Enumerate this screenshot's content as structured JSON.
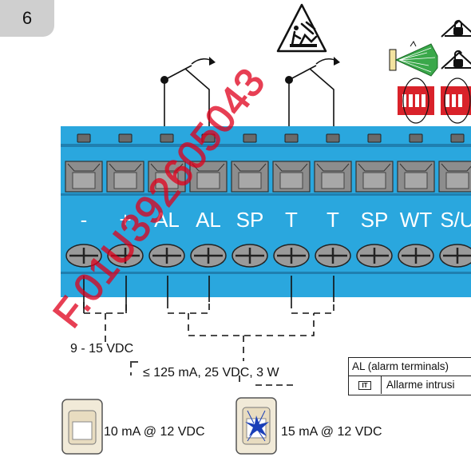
{
  "step_number": "6",
  "terminals": [
    "-",
    "+",
    "AL",
    "AL",
    "SP",
    "T",
    "T",
    "SP",
    "WT",
    "S/U"
  ],
  "wiring": {
    "power_supply": "9 - 15 VDC",
    "alarm_output": "≤ 125 mA, 25 VDC, 3 W"
  },
  "legend": {
    "row1": "AL (alarm terminals)",
    "row2_icon": "IT",
    "row2_text": "Allarme intrusi"
  },
  "detectors": [
    {
      "current": "10 mA @ 12 VDC"
    },
    {
      "current": "15 mA @ 12 VDC"
    }
  ],
  "watermark": "F.01U392605043",
  "colors": {
    "terminal_block": "#2aa7de",
    "terminal_dark": "#1f7fb0",
    "screw": "#9a9a9a",
    "watermark": "#e0001b",
    "dip_switch": "#d9222a"
  },
  "icons": [
    "tamper-warning-icon",
    "relay-contact-icon",
    "house-lock-icon",
    "house-unlock-icon",
    "coverage-pattern-icon",
    "dip-switch-icon"
  ]
}
